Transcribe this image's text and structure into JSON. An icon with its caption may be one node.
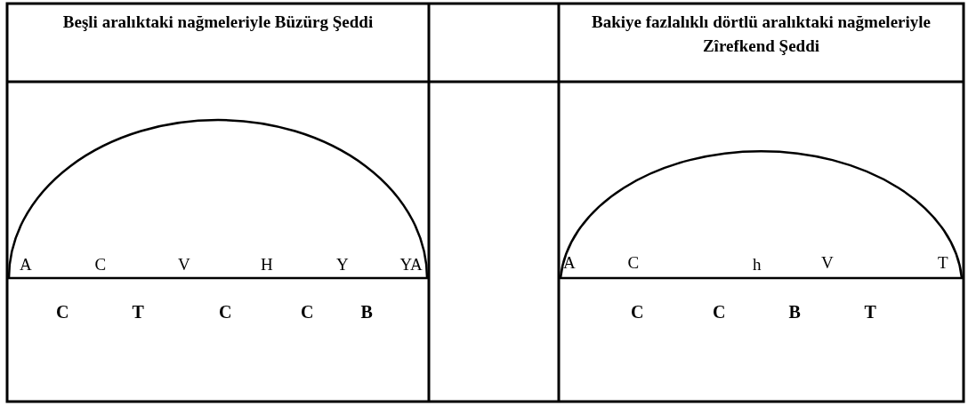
{
  "diagram": {
    "labels": [
      "Beşli aralıktaki nağmeleriyle Büzürg Şeddi",
      "Bakiye fazlalıklı dörtlü aralıktaki nağmeleriyle Zîrefkend Şeddi",
      "A",
      "C",
      "V",
      "H",
      "Y",
      "YA",
      "A",
      "C",
      "h",
      "V",
      "T",
      "C",
      "T",
      "C",
      "C",
      "B",
      "C",
      "C",
      "B",
      "T"
    ]
  }
}
